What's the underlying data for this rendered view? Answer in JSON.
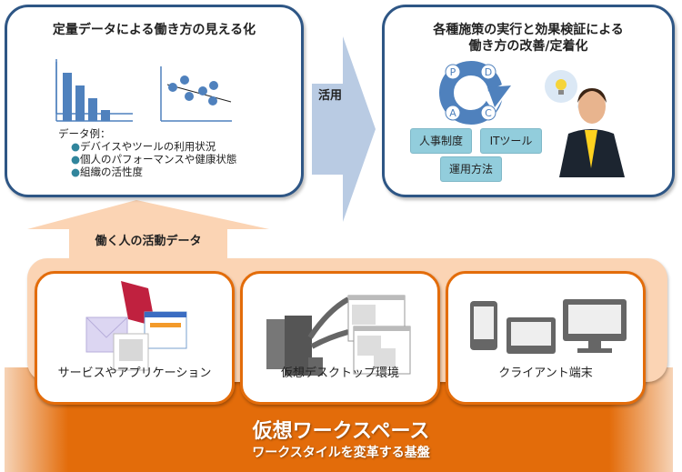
{
  "left_panel": {
    "title": "定量データによる働き方の見える化",
    "examples_label": "データ例：",
    "examples": [
      "デバイスやツールの利用状況",
      "個人のパフォーマンスや健康状態",
      "組織の活性度"
    ]
  },
  "arrow_label": "活用",
  "right_panel": {
    "title_line1": "各種施策の実行と効果検証による",
    "title_line2": "働き方の改善/定着化",
    "pdca": [
      "P",
      "D",
      "C",
      "A"
    ],
    "tags": [
      "人事制度",
      "ITツール",
      "運用方法"
    ]
  },
  "up_arrow_label": "働く人の活動データ",
  "components": [
    "サービスやアプリケーション",
    "仮想デスクトップ環境",
    "クライアント端末"
  ],
  "footer": {
    "title": "仮想ワークスペース",
    "subtitle": "ワークスタイルを変革する基盤"
  }
}
